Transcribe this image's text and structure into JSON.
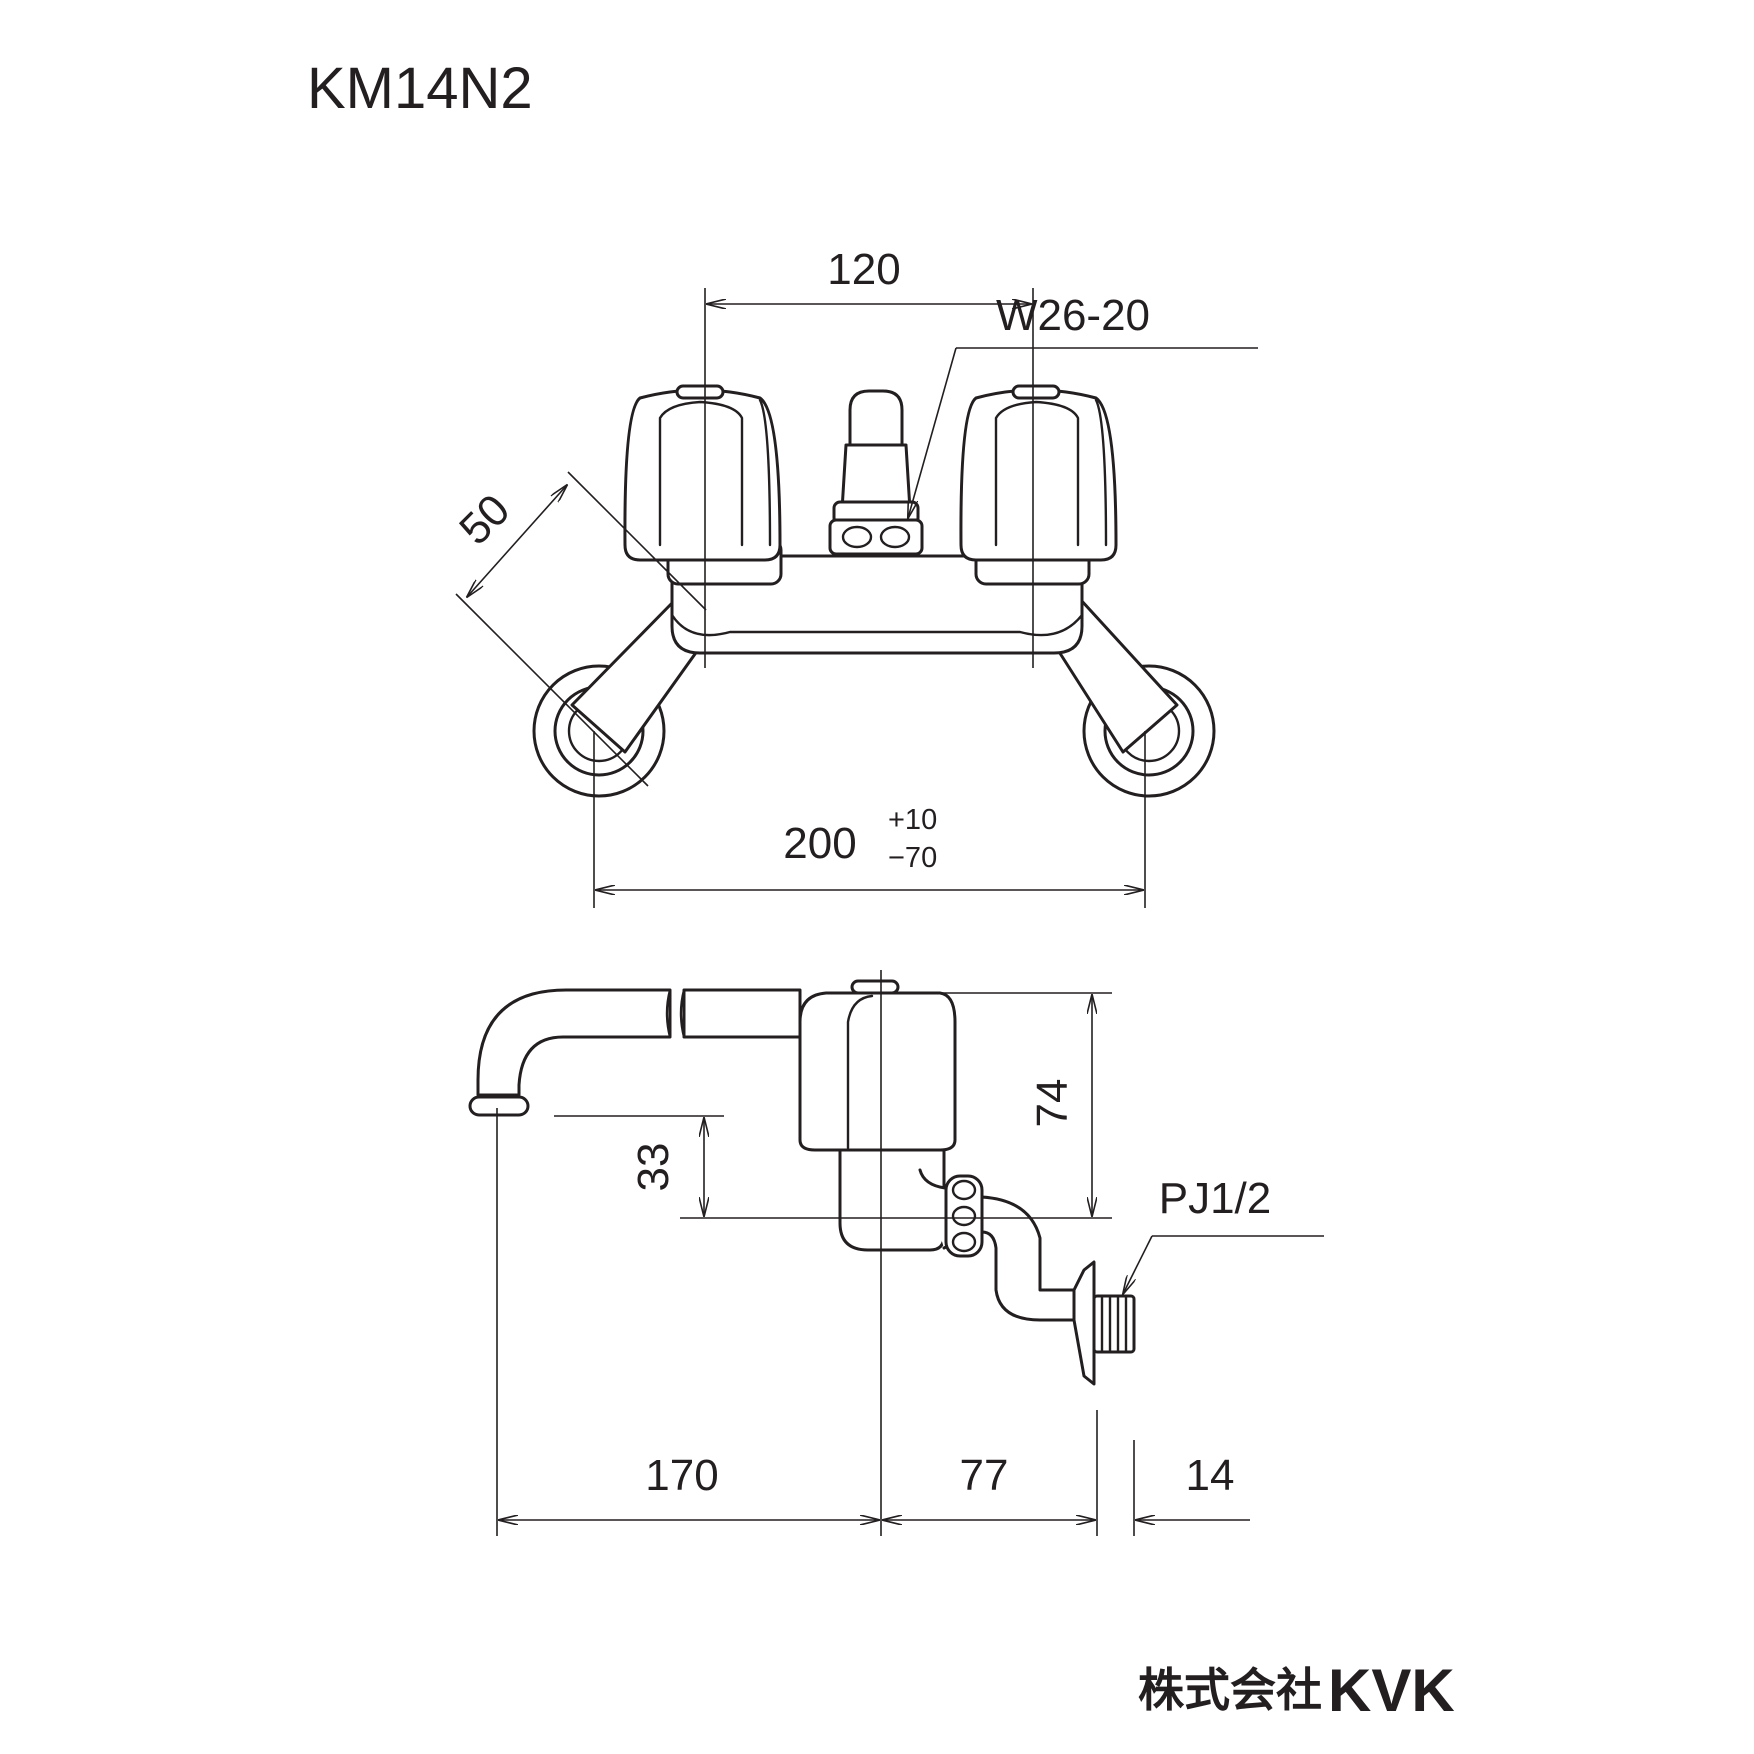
{
  "title": "KM14N2",
  "brand": {
    "company_jp": "株式会社",
    "name": "KVK"
  },
  "front_view": {
    "dim_handle_spacing": "120",
    "dim_wall_offset": "50",
    "dim_inlet_spacing": "200",
    "tol_upper": "+10",
    "tol_lower": "−70",
    "thread_label": "W26-20"
  },
  "side_view": {
    "dim_height": "74",
    "dim_spout_drop": "33",
    "dim_spout_reach": "170",
    "dim_body_depth": "77",
    "dim_thread_length": "14",
    "connection_label": "PJ1/2"
  }
}
